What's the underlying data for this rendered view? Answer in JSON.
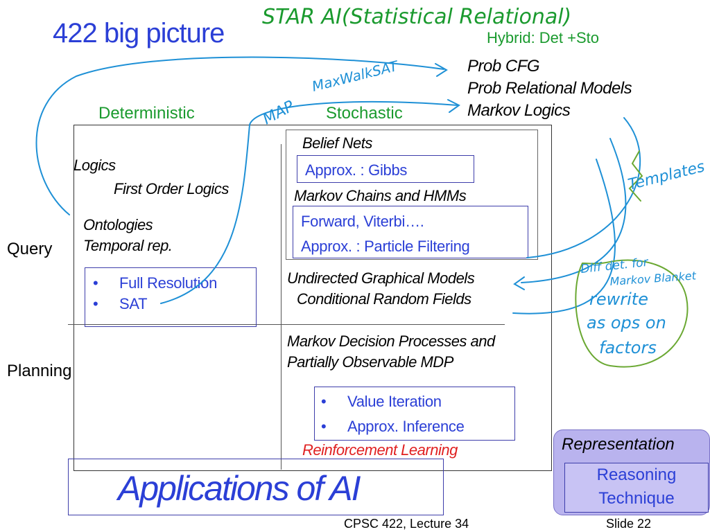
{
  "title": "422 big picture",
  "handwritten_top": "STAR AI(Statistical Relational)",
  "hybrid": "Hybrid: Det +Sto",
  "hybrid_list": [
    "Prob CFG",
    "Prob  Relational Models",
    "Markov Logics"
  ],
  "columns": {
    "deterministic": "Deterministic",
    "stochastic": "Stochastic"
  },
  "rows": {
    "query": "Query",
    "planning": "Planning"
  },
  "deterministic_query": {
    "logics": "Logics",
    "first_order": "First Order Logics",
    "ontologies": "Ontologies",
    "temporal": "Temporal rep.",
    "methods": [
      "Full Resolution",
      "SAT"
    ]
  },
  "stochastic_query": {
    "belief_nets": "Belief Nets",
    "gibbs": "Approx. : Gibbs",
    "markov_chains": "Markov Chains and HMMs",
    "forward": "Forward, Viterbi….",
    "particle": "Approx. : Particle Filtering",
    "undirected": "Undirected Graphical Models",
    "crf": "Conditional Random Fields"
  },
  "stochastic_planning": {
    "mdp_line1": "Markov Decision Processes  and",
    "mdp_line2": "Partially Observable MDP",
    "methods": [
      "Value Iteration",
      "Approx. Inference"
    ],
    "rl": "Reinforcement Learning"
  },
  "handwritten_notes": {
    "map": "MAP",
    "maxwalksat": "MaxWalkSAT",
    "templates": "Templates",
    "diff_det_line1": "Diff det. for",
    "diff_det_line2": "Markov Blanket",
    "rewrite": "rewrite",
    "as_ops": "as ops on",
    "factors": "factors"
  },
  "legend": {
    "representation": "Representation",
    "reasoning": "Reasoning",
    "technique": "Technique"
  },
  "applications": "Applications of AI",
  "footer": {
    "course": "CPSC 422, Lecture 34",
    "slide": "Slide 22"
  },
  "colors": {
    "blue": "#2b3fd6",
    "green": "#1a9a2e",
    "ink_blue": "#1e90d6",
    "ink_green": "#6aa832",
    "red": "#e02020",
    "legend_bg": "#b9b3ee"
  }
}
